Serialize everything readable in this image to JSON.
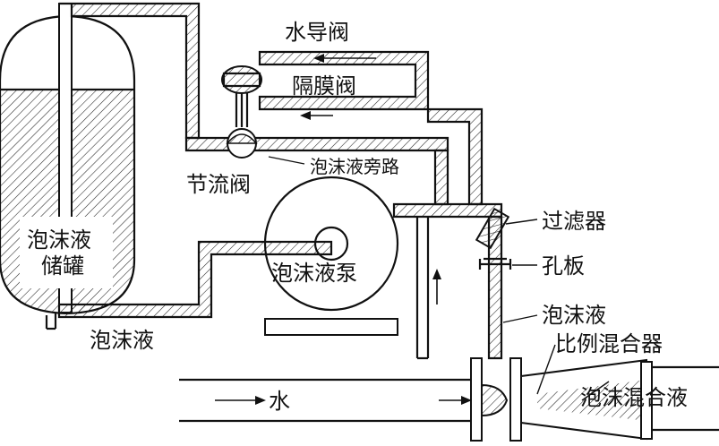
{
  "labels": {
    "water_guide_valve": "水导阀",
    "diaphragm_valve": "隔膜阀",
    "foam_bypass": "泡沫液旁路",
    "throttle_valve": "节流阀",
    "foam_storage_tank_line1": "泡沫液",
    "foam_storage_tank_line2": "储罐",
    "foam_pump": "泡沫液泵",
    "foam_liquid_bottom": "泡沫液",
    "filter": "过滤器",
    "orifice_plate": "孔板",
    "foam_liquid_right": "泡沫液",
    "proportional_mixer": "比例混合器",
    "foam_mixture": "泡沫混合液",
    "water": "水"
  }
}
